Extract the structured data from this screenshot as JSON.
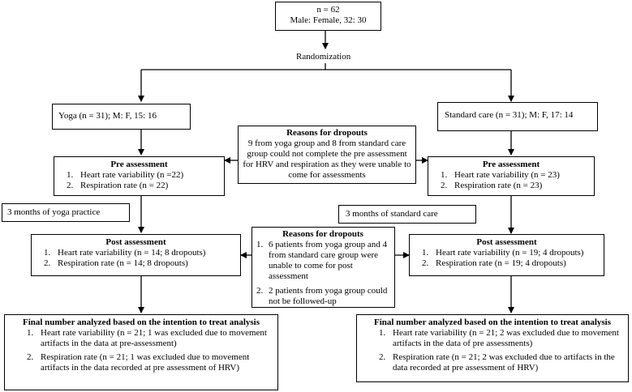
{
  "enrollment": {
    "line1": "n = 62",
    "line2": "Male: Female, 32: 30"
  },
  "randomization": "Randomization",
  "yoga": {
    "group": "Yoga (n = 31); M: F, 15: 16",
    "pre_title": "Pre assessment",
    "pre_items": [
      "Heart rate variability (n =22)",
      "Respiration rate (n = 22)"
    ],
    "intervention": "3 months of yoga practice",
    "post_title": "Post assessment",
    "post_items": [
      "Heart rate variability (n = 14; 8 dropouts)",
      "Respiration rate (n = 14; 8 dropouts)"
    ],
    "final_title": "Final number analyzed based on the intention to treat analysis",
    "final_items": [
      "Heart rate variability (n = 21; 1 was excluded due to movement artifacts in the data at pre-assessment)",
      "Respiration rate (n = 21; 1 was excluded due to movement artifacts in the data recorded at pre assessment of HRV)"
    ]
  },
  "standard": {
    "group": "Standard care (n = 31); M: F, 17: 14",
    "pre_title": "Pre assessment",
    "pre_items": [
      "Heart rate variability (n = 23)",
      "Respiration rate (n = 23)"
    ],
    "intervention": "3 months of standard care",
    "post_title": "Post assessment",
    "post_items": [
      "Heart rate variability (n = 19; 4 dropouts)",
      "Respiration rate (n = 19; 4 dropouts)"
    ],
    "final_title": "Final number analyzed based on the intention to treat analysis",
    "final_items": [
      "Heart rate variability (n = 21; 2 was excluded due to movement artifacts in the data of pre assessments)",
      "Respiration rate (n = 21; 2 was excluded due to artifacts in the data recorded at pre assessment of HRV)"
    ]
  },
  "dropouts_pre": {
    "title": "Reasons for dropouts",
    "text": "9 from yoga group and 8 from standard care group could not complete the pre assessment for HRV and respiration as they were unable to come for assessments"
  },
  "dropouts_post": {
    "title": "Reasons for dropouts",
    "items": [
      "6 patients from yoga group and 4 from standard care group were unable to come for post assessment",
      "2 patients from yoga group could not be followed-up"
    ]
  }
}
